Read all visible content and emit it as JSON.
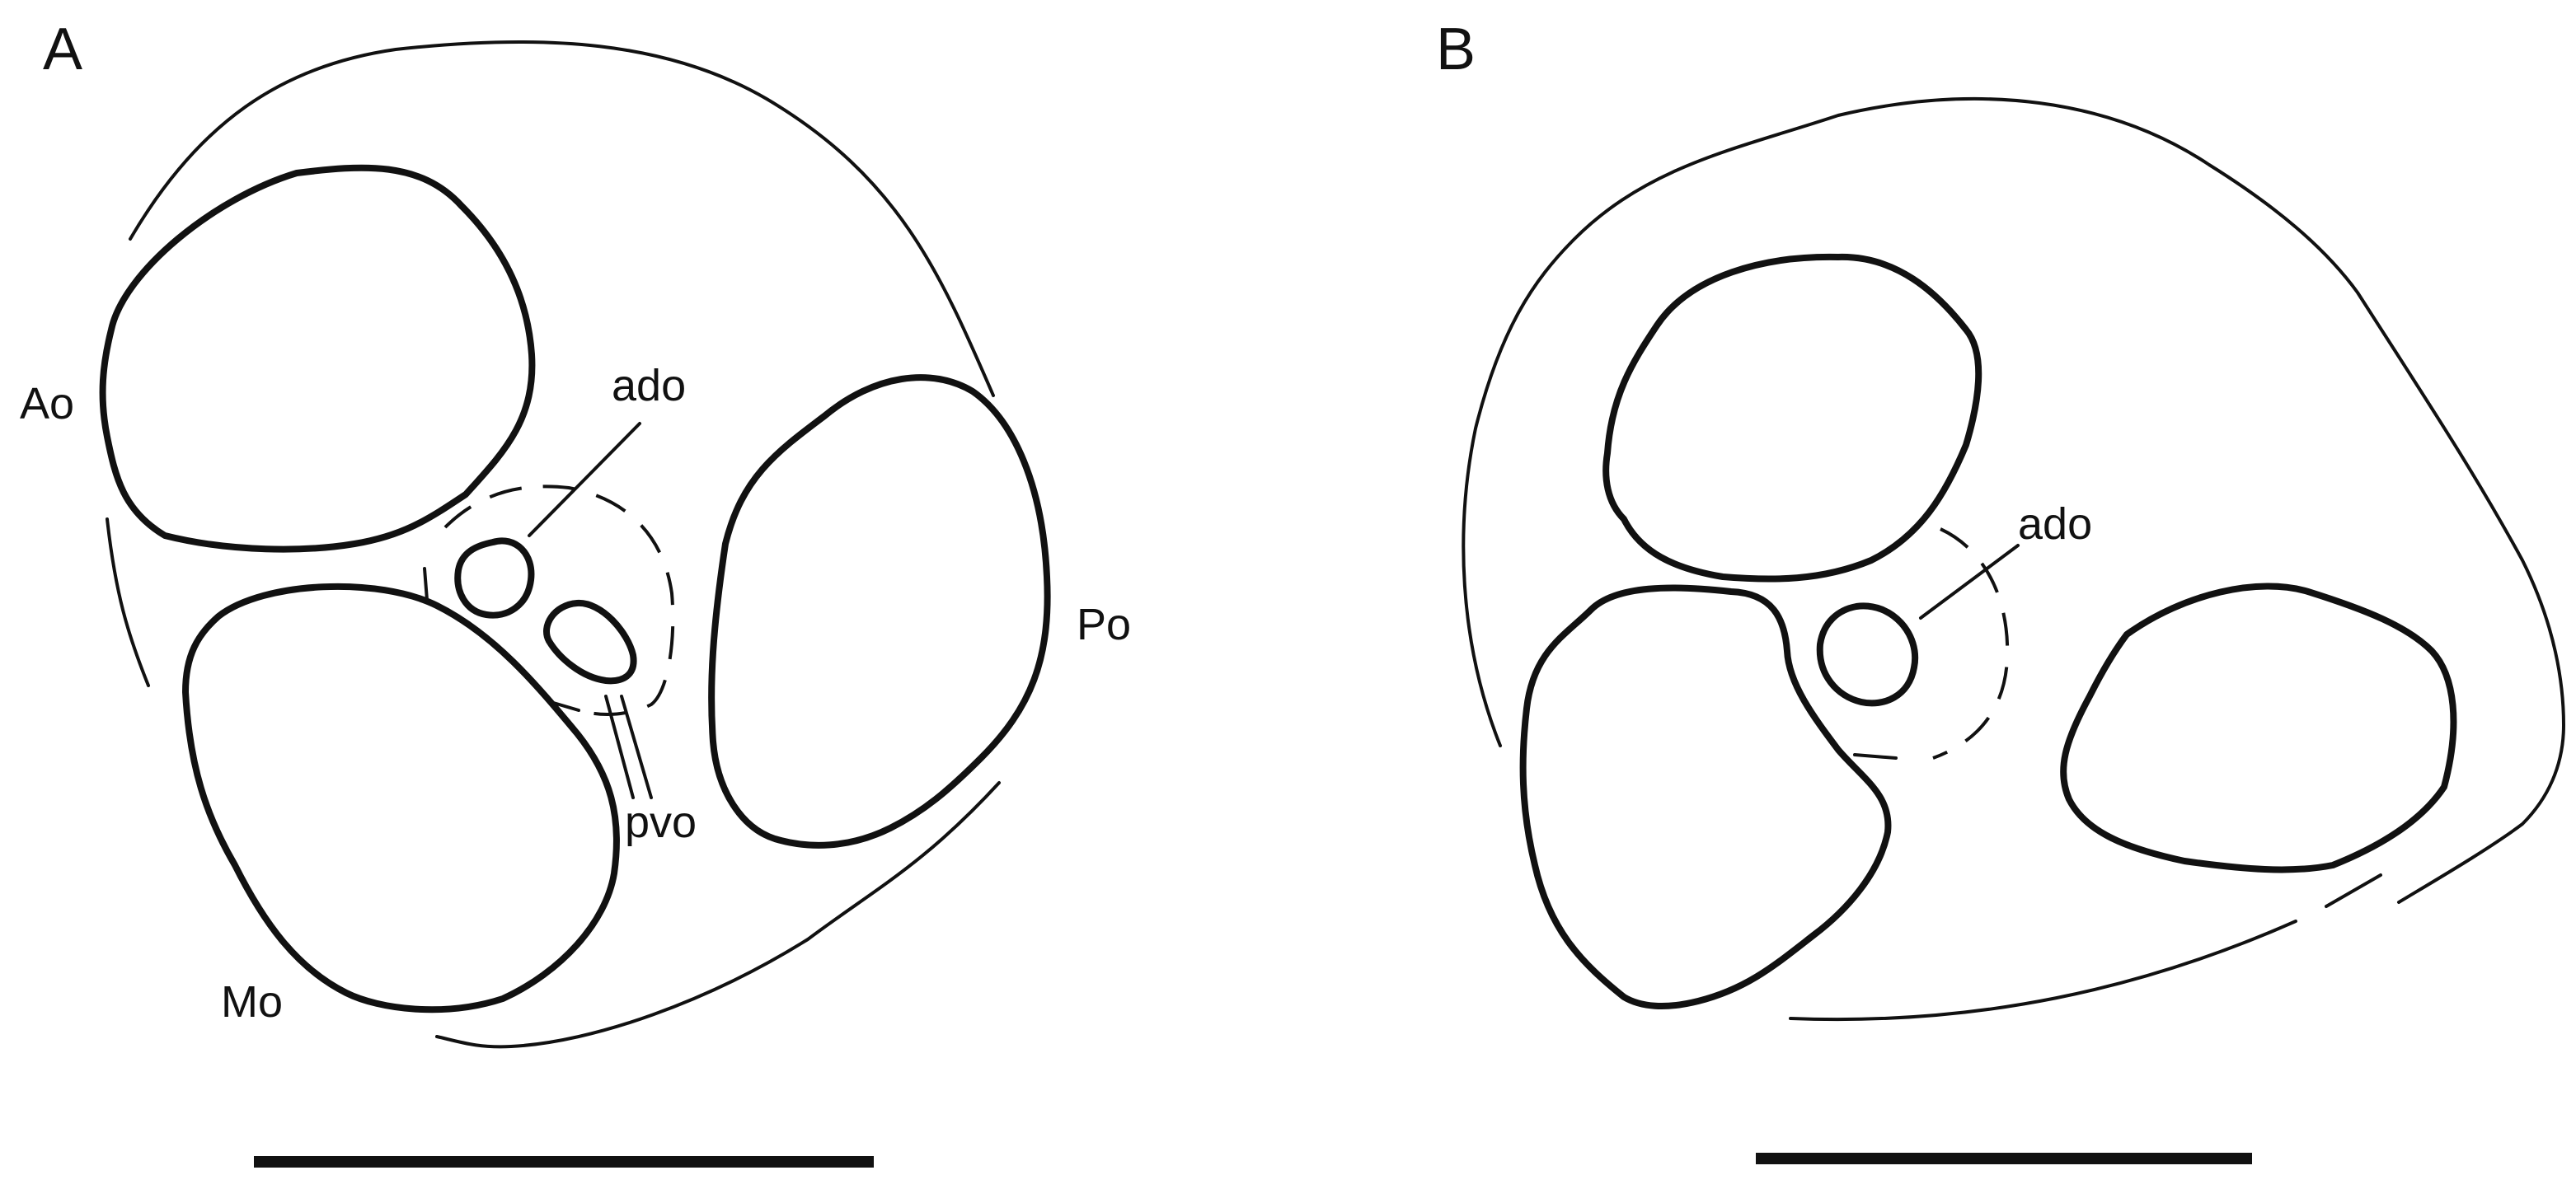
{
  "panels": [
    {
      "id": "A",
      "labels": {
        "ao": "Ao",
        "mo": "Mo",
        "po": "Po",
        "ado": "ado",
        "pvo": "pvo"
      }
    },
    {
      "id": "B",
      "labels": {
        "ado": "ado"
      }
    }
  ]
}
